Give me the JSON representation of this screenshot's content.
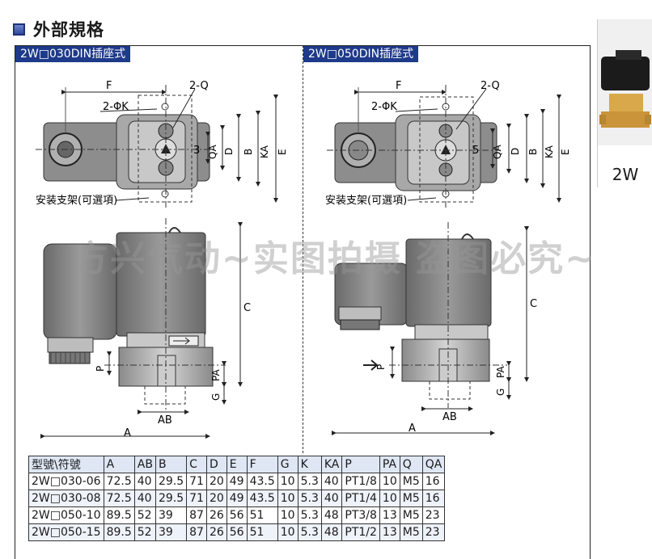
{
  "section_title": "外部規格",
  "left_model": "2W□030DIN插座式",
  "right_model": "2W□050DIN插座式",
  "side_label": "2W",
  "watermark": "方兴气动~实图拍摄 盗图必究~",
  "labels": {
    "F": "F",
    "Q2": "2-Q",
    "PK2": "2-ΦK",
    "QA": "QA",
    "D": "D",
    "B": "B",
    "KA": "KA",
    "E": "E",
    "C": "C",
    "P": "P",
    "PA": "PA",
    "G": "G",
    "AB": "AB",
    "A": "A",
    "bracket": "安装支架(可選項)",
    "left_num": "3",
    "right_num": "5"
  },
  "table": {
    "headers": [
      "型號\\符號",
      "A",
      "AB",
      "B",
      "C",
      "D",
      "E",
      "F",
      "G",
      "K",
      "KA",
      "P",
      "PA",
      "Q",
      "QA"
    ],
    "rows": [
      [
        "2W□030-06",
        "72.5",
        "40",
        "29.5",
        "71",
        "20",
        "49",
        "43.5",
        "10",
        "5.3",
        "40",
        "PT1/8",
        "10",
        "M5",
        "16"
      ],
      [
        "2W□030-08",
        "72.5",
        "40",
        "29.5",
        "71",
        "20",
        "49",
        "43.5",
        "10",
        "5.3",
        "40",
        "PT1/4",
        "10",
        "M5",
        "16"
      ],
      [
        "2W□050-10",
        "89.5",
        "52",
        "39",
        "87",
        "26",
        "56",
        "51",
        "10",
        "5.3",
        "48",
        "PT3/8",
        "13",
        "M5",
        "23"
      ],
      [
        "2W□050-15",
        "89.5",
        "52",
        "39",
        "87",
        "26",
        "56",
        "51",
        "10",
        "5.3",
        "48",
        "PT1/2",
        "13",
        "M5",
        "23"
      ]
    ]
  }
}
